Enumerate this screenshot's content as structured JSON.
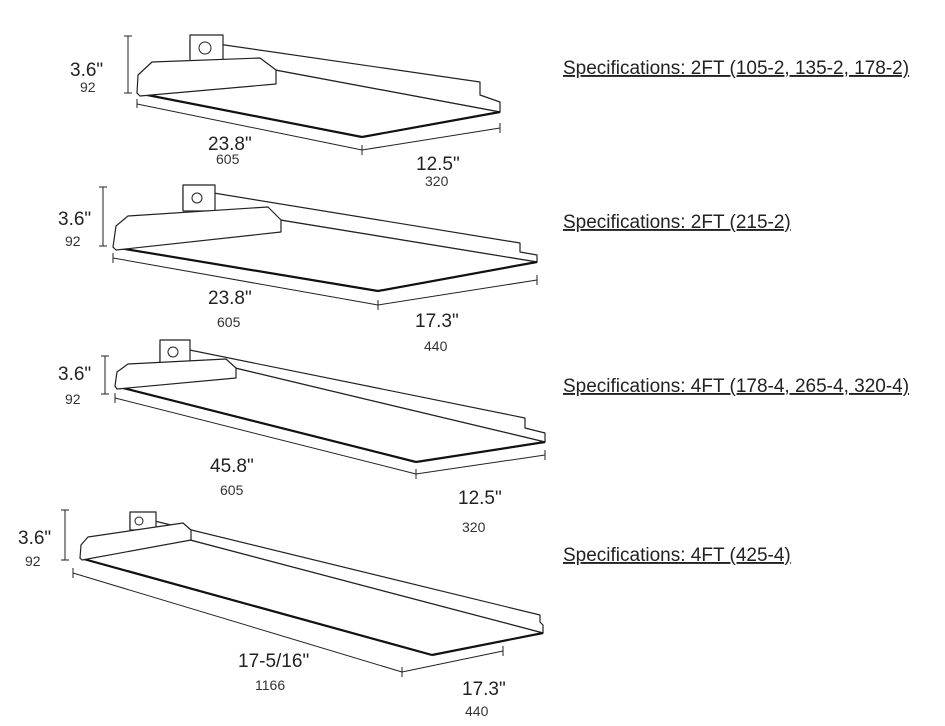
{
  "fixtures": [
    {
      "height_in": "3.6\"",
      "height_mm": "92",
      "length_in": "23.8\"",
      "length_mm": "605",
      "width_in": "12.5\"",
      "width_mm": "320",
      "spec": "Specifications: 2FT (105-2, 135-2, 178-2)"
    },
    {
      "height_in": "3.6\"",
      "height_mm": "92",
      "length_in": "23.8\"",
      "length_mm": "605",
      "width_in": "17.3\"",
      "width_mm": "440",
      "spec": "Specifications: 2FT (215-2)"
    },
    {
      "height_in": "3.6\"",
      "height_mm": "92",
      "length_in": "45.8\"",
      "length_mm": "605",
      "width_in": "12.5\"",
      "width_mm": "320",
      "spec": "Specifications: 4FT (178-4, 265-4, 320-4)"
    },
    {
      "height_in": "3.6\"",
      "height_mm": "92",
      "length_in": "17-5/16\"",
      "length_mm": "1166",
      "width_in": "17.3\"",
      "width_mm": "440",
      "spec": "Specifications: 4FT (425-4)"
    }
  ]
}
